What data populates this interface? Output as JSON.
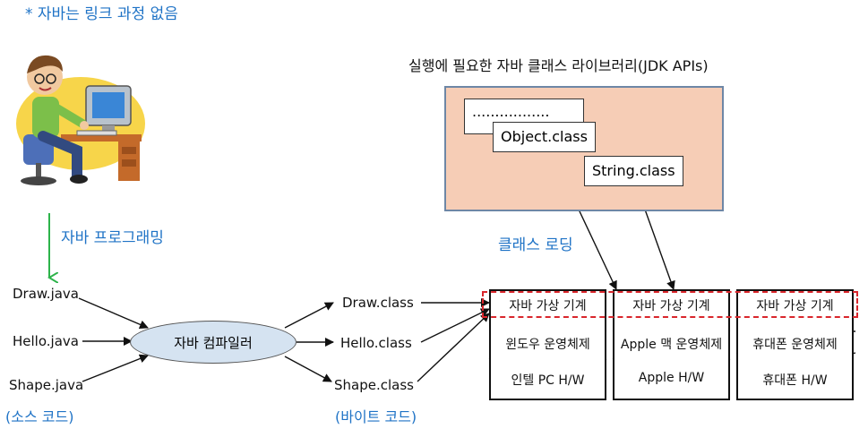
{
  "note": "* 자바는 링크 과정 없음",
  "programming_label": "자바 프로그래밍",
  "source_files": [
    "Draw.java",
    "Hello.java",
    "Shape.java"
  ],
  "source_caption": "(소스 코드)",
  "compiler_label": "자바 컴파일러",
  "class_files": [
    "Draw.class",
    "Hello.class",
    "Shape.class"
  ],
  "bytecode_caption": "(바이트 코드)",
  "library": {
    "title": "실행에 필요한 자바 클래스 라이브러리(JDK APIs)",
    "items": [
      ".................",
      "Object.class",
      "String.class"
    ]
  },
  "loading_label": "클래스 로딩",
  "platforms": [
    {
      "vm": "자바 가상 기계",
      "os": "윈도우 운영체제",
      "hw": "인텔 PC H/W"
    },
    {
      "vm": "자바 가상 기계",
      "os": "Apple 맥 운영체제",
      "hw": "Apple H/W"
    },
    {
      "vm": "자바 가상 기계",
      "os": "휴대폰 운영체제",
      "hw": "휴대폰 H/W"
    }
  ],
  "colors": {
    "accent_text": "#1f73c6",
    "library_fill": "#f6cdb6",
    "library_border": "#6e87a6",
    "compiler_fill": "#d5e3f1",
    "highlight_dash": "#d9262c",
    "programming_arrow": "#2db34a"
  }
}
